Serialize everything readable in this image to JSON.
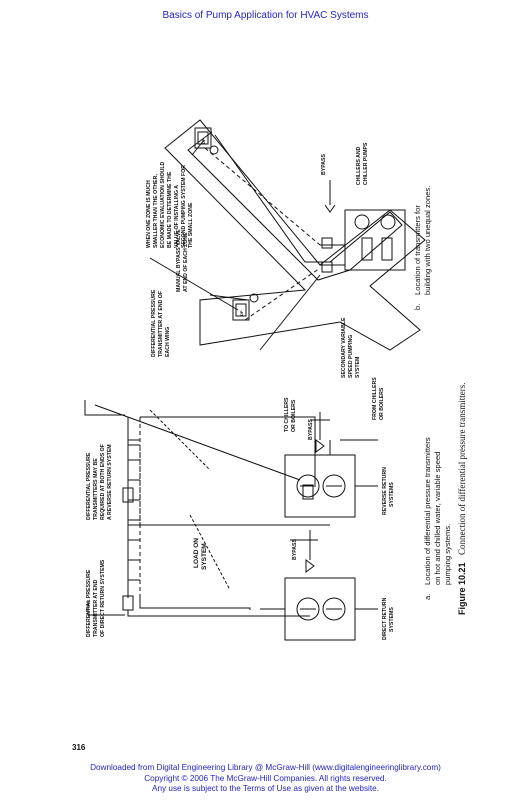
{
  "header": {
    "title": "Basics of Pump Application for HVAC Systems"
  },
  "figure": {
    "number": "Figure 10.21",
    "caption": "Connection of differential pressure transmitters.",
    "part_a": {
      "letter": "a.",
      "caption_lines": [
        "Location of differential pressure transmitters",
        "on hot and chilled water, variable speed",
        "pumping systems."
      ],
      "labels": {
        "dp_direct": [
          "DIFFERENTIAL PRESSURE",
          "TRANSMITTER AT END",
          "OF DIRECT RETURN SYSTEMS"
        ],
        "dp_reverse": [
          "DIFFERENTIAL PRESSURE",
          "TRANSMITTERS MAY BE",
          "REQUIRED AT BOTH ENDS OF",
          "A REVERSE RETURN SYSTEM"
        ],
        "load": [
          "LOAD ON",
          "SYSTEM"
        ],
        "bypass_1": "BYPASS",
        "bypass_2": "BYPASS",
        "to_chillers": [
          "TO CHILLERS",
          "OR BOILERS"
        ],
        "from_chillers": [
          "FROM CHILLERS",
          "OR BOILERS"
        ],
        "direct_return": [
          "DIRECT RETURN",
          "SYSTEMS"
        ],
        "reverse_return": [
          "REVERSE RETURN",
          "SYSTEMS"
        ]
      }
    },
    "part_b": {
      "letter": "b.",
      "caption_lines": [
        "Location of transmitters for",
        "building with two unequal zones."
      ],
      "labels": {
        "zone_note": [
          "WHEN ONE ZONE IS MUCH",
          "SMALLER THAN THE OTHER,",
          "ECONOMIC EVALUATION SHOULD",
          "BE MADE TO DETERMINE THE",
          "VALUE OF INSTALLING A",
          "SECOND PUMPING SYSTEM FOR",
          "THE SMALL ZONE"
        ],
        "bypass_valve": [
          "MANUAL BYPASS VALVE",
          "AT END OF EACH ZONE"
        ],
        "dp_wing": [
          "DIFFERENTIAL PRESSURE",
          "TRANSMITTER AT END OF",
          "EACH WING"
        ],
        "secondary_pumping": [
          "SECONDARY VARIABLE",
          "SPEED PUMPING",
          "SYSTEM"
        ],
        "bypass": "BYPASS",
        "chillers": [
          "CHILLERS AND",
          "CHILLER PUMPS"
        ],
        "dp_box": "DP"
      }
    }
  },
  "page_number": "316",
  "footer": {
    "line1": "Downloaded from Digital Engineering Library @ McGraw-Hill (www.digitalengineeringlibrary.com)",
    "line2": "Copyright © 2006 The McGraw-Hill Companies. All rights reserved.",
    "line3": "Any use is subject to the Terms of Use as given at the website."
  }
}
